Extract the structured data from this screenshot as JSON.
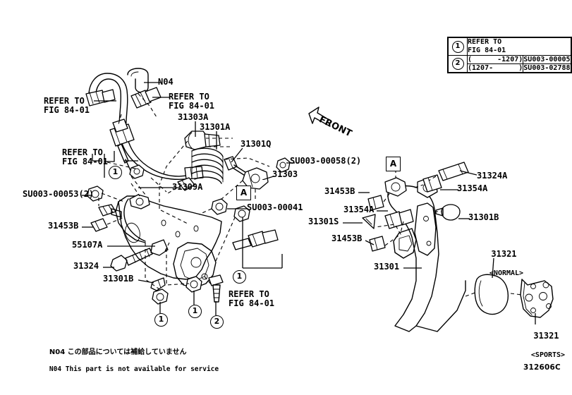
{
  "figure": {
    "code": "312606C",
    "front_arrow_label": "FRONT"
  },
  "legend": {
    "rows": [
      {
        "num": "1",
        "ref_line1": "REFER TO",
        "ref_line2": "FIG 84-01"
      },
      {
        "num": "2",
        "ranges": [
          {
            "range": "(      -1207)",
            "part": "SU003-00005"
          },
          {
            "range": "(1207-      )",
            "part": "SU003-02788"
          }
        ]
      }
    ]
  },
  "refer_notes": [
    {
      "line1": "REFER TO",
      "line2": "FIG 84-01"
    },
    {
      "line1": "REFER TO",
      "line2": "FIG 84-01"
    },
    {
      "line1": "REFER TO",
      "line2": "FIG 84-01"
    },
    {
      "line1": "REFER TO",
      "line2": "FIG 84-01"
    }
  ],
  "callouts": {
    "n04": "N04",
    "p_31303a": "31303A",
    "p_31301a": "31301A",
    "p_31301q": "31301Q",
    "p_su003_00058": "SU003-00058(2)",
    "p_31303": "31303",
    "p_31309a": "31309A",
    "p_su003_00041": "SU003-00041",
    "p_su003_00053": "SU003-00053(2)",
    "p_31453b_left": "31453B",
    "p_55107a": "55107A",
    "p_31324": "31324",
    "p_31301b_left": "31301B",
    "p_31453b_r1": "31453B",
    "p_31354a_left": "31354A",
    "p_31301s": "31301S",
    "p_31453b_r2": "31453B",
    "p_31301": "31301",
    "p_31324a": "31324A",
    "p_31354a_right": "31354A",
    "p_31301b_right": "31301B",
    "p_31321_normal_num": "31321",
    "p_31321_normal_sub": "<NORMAL>",
    "p_31321_sports_num": "31321",
    "p_31321_sports_sub": "<SPORTS>"
  },
  "markers": {
    "box_a_left": "A",
    "box_a_right": "A",
    "circle_1": "1",
    "circle_2": "2"
  },
  "footnote": {
    "line_jp": "N04 この部品については補給していません",
    "line_en": "N04 This part is not available for service"
  },
  "colors": {
    "line": "#000000",
    "background": "#ffffff"
  }
}
